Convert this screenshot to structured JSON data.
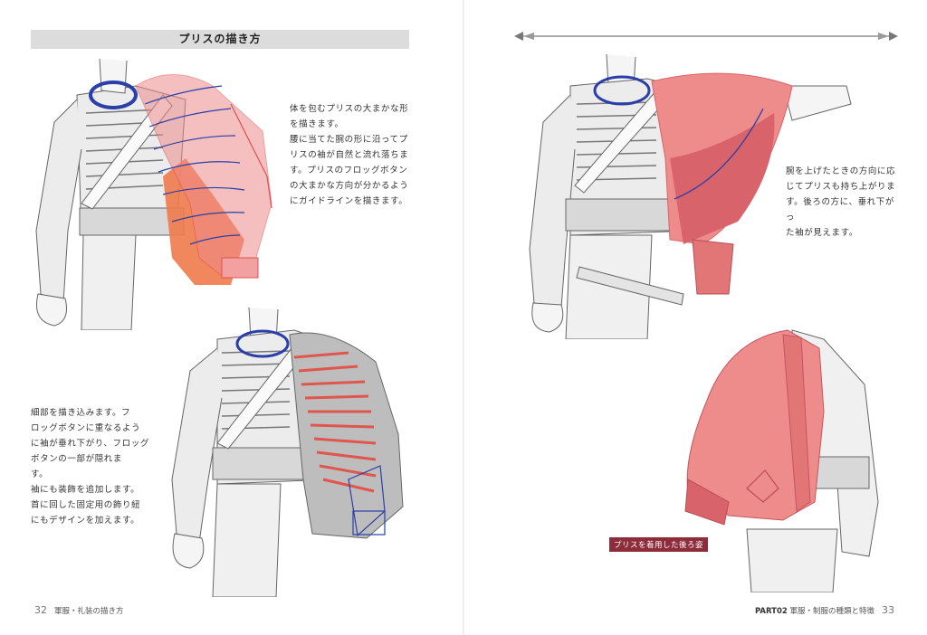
{
  "left_page": {
    "section_title": "プリスの描き方",
    "step1_text": "体を包むプリスの大まかな形\nを描きます。\n腰に当てた腕の形に沿ってプ\nリスの袖が自然と流れ落ちま\nす。プリスのフロッグボタン\nの大まかな方向が分かるよう\nにガイドラインを描きます。",
    "step2_text": "細部を描き込みます。フ\nロッグボタンに重なるよう\nに袖が垂れ下がり、フロッグ\nボタンの一部が隠れま\nす。\n袖にも装飾を追加します。\n首に回した固定用の飾り紐\nにもデザインを加えます。",
    "page_number": "32",
    "running_head": "軍服・礼装の描き方"
  },
  "right_page": {
    "step3_text": "腕を上げたときの方向に応\nじてプリスも持ち上がりま\nす。後ろの方に、垂れ下がっ\nた袖が見えます。",
    "back_view_caption": "プリスを着用した後ろ姿",
    "part_label": "PART02",
    "running_head": "軍服・制服の種類と特徴",
    "page_number": "33"
  },
  "colors": {
    "title_bar": "#dcdcdc",
    "guide_orange": "#f07a4a",
    "pelisse_pink": "#ee8b8b",
    "pelisse_dark": "#d9636a",
    "guide_blue": "#2a3fa8",
    "caption_bg": "#8e2c3c"
  }
}
